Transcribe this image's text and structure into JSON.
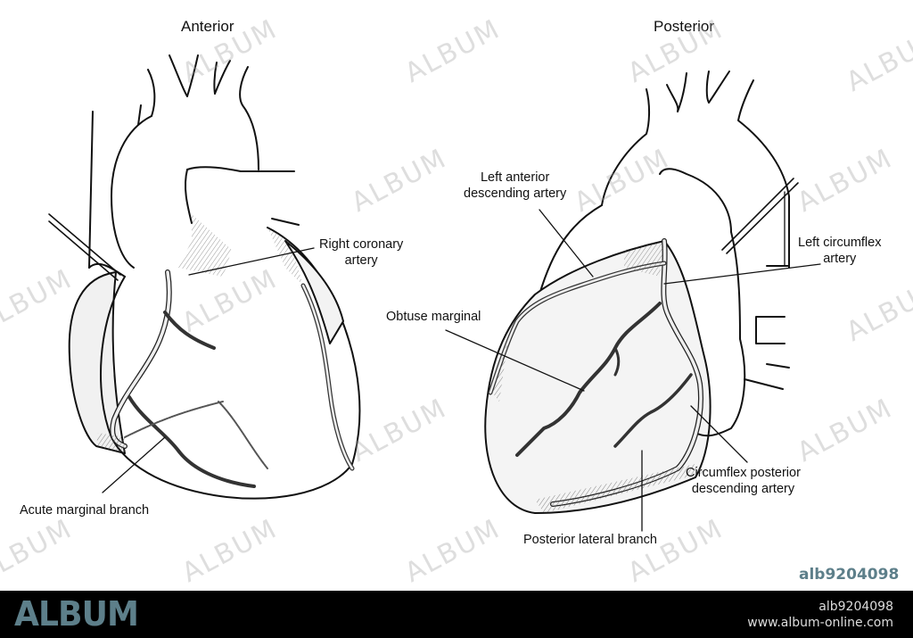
{
  "figure": {
    "views": [
      {
        "title": "Anterior"
      },
      {
        "title": "Posterior"
      }
    ],
    "labels": {
      "anterior": {
        "right_coronary": [
          "Right coronary",
          "artery"
        ],
        "acute_marginal": "Acute marginal branch"
      },
      "posterior": {
        "lad": [
          "Left anterior",
          "descending artery"
        ],
        "left_circumflex": [
          "Left circumflex",
          "artery"
        ],
        "obtuse_marginal": "Obtuse marginal",
        "circumflex_pda": [
          "Circumflex posterior",
          "descending artery"
        ],
        "posterior_lateral": "Posterior lateral branch"
      }
    }
  },
  "watermark": {
    "text": "ALBUM",
    "image_id": "alb9204098"
  },
  "footer": {
    "brand": "ALBUM",
    "image_id": "alb9204098",
    "url": "www.album-online.com",
    "brand_color": "#5d7f8a",
    "background": "#000000"
  }
}
